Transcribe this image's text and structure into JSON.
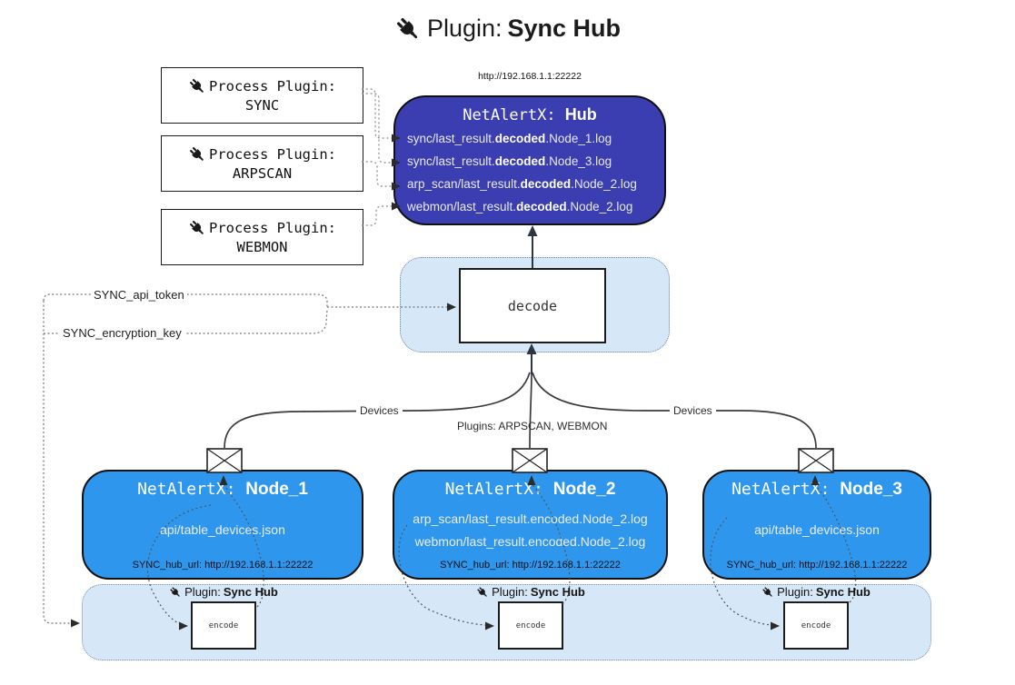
{
  "title": {
    "prefix": "Plugin: ",
    "name": "Sync Hub"
  },
  "plugins": [
    {
      "line1": "Process Plugin:",
      "name": "SYNC"
    },
    {
      "line1": "Process Plugin:",
      "name": "ARPSCAN"
    },
    {
      "line1": "Process Plugin:",
      "name": "WEBMON"
    }
  ],
  "hub": {
    "url": "http://192.168.1.1:22222",
    "title_prefix": "NetAlertX: ",
    "title_name": "Hub",
    "logs": [
      {
        "pre": "sync/last_result.",
        "bold": "decoded",
        "post": ".Node_1.log"
      },
      {
        "pre": "sync/last_result.",
        "bold": "decoded",
        "post": ".Node_3.log"
      },
      {
        "pre": "arp_scan/last_result.",
        "bold": "decoded",
        "post": ".Node_2.log"
      },
      {
        "pre": "webmon/last_result.",
        "bold": "decoded",
        "post": ".Node_2.log"
      }
    ]
  },
  "decode": {
    "label": "decode"
  },
  "keys": {
    "api_token": "SYNC_api_token",
    "encryption_key": "SYNC_encryption_key"
  },
  "edges": {
    "devices_left": "Devices",
    "plugins_center": "Plugins: ARPSCAN, WEBMON",
    "devices_right": "Devices"
  },
  "nodes": [
    {
      "title_prefix": "NetAlertX: ",
      "title_name": "Node_1",
      "lines": [
        "api/table_devices.json"
      ],
      "hub_url": "SYNC_hub_url: http://192.168.1.1:22222"
    },
    {
      "title_prefix": "NetAlertX: ",
      "title_name": "Node_2",
      "lines": [
        "arp_scan/last_result.encoded.Node_2.log",
        "webmon/last_result.encoded.Node_2.log"
      ],
      "hub_url": "SYNC_hub_url: http://192.168.1.1:22222"
    },
    {
      "title_prefix": "NetAlertX: ",
      "title_name": "Node_3",
      "lines": [
        "api/table_devices.json"
      ],
      "hub_url": "SYNC_hub_url: http://192.168.1.1:22222"
    }
  ],
  "encoders": [
    {
      "plugin_prefix": "Plugin: ",
      "plugin_name": "Sync Hub",
      "box_label": "encode"
    },
    {
      "plugin_prefix": "Plugin: ",
      "plugin_name": "Sync Hub",
      "box_label": "encode"
    },
    {
      "plugin_prefix": "Plugin: ",
      "plugin_name": "Sync Hub",
      "box_label": "encode"
    }
  ],
  "colors": {
    "hub": "#3A3EB1",
    "node": "#2E97ED",
    "panel": "#D6E7F8"
  }
}
